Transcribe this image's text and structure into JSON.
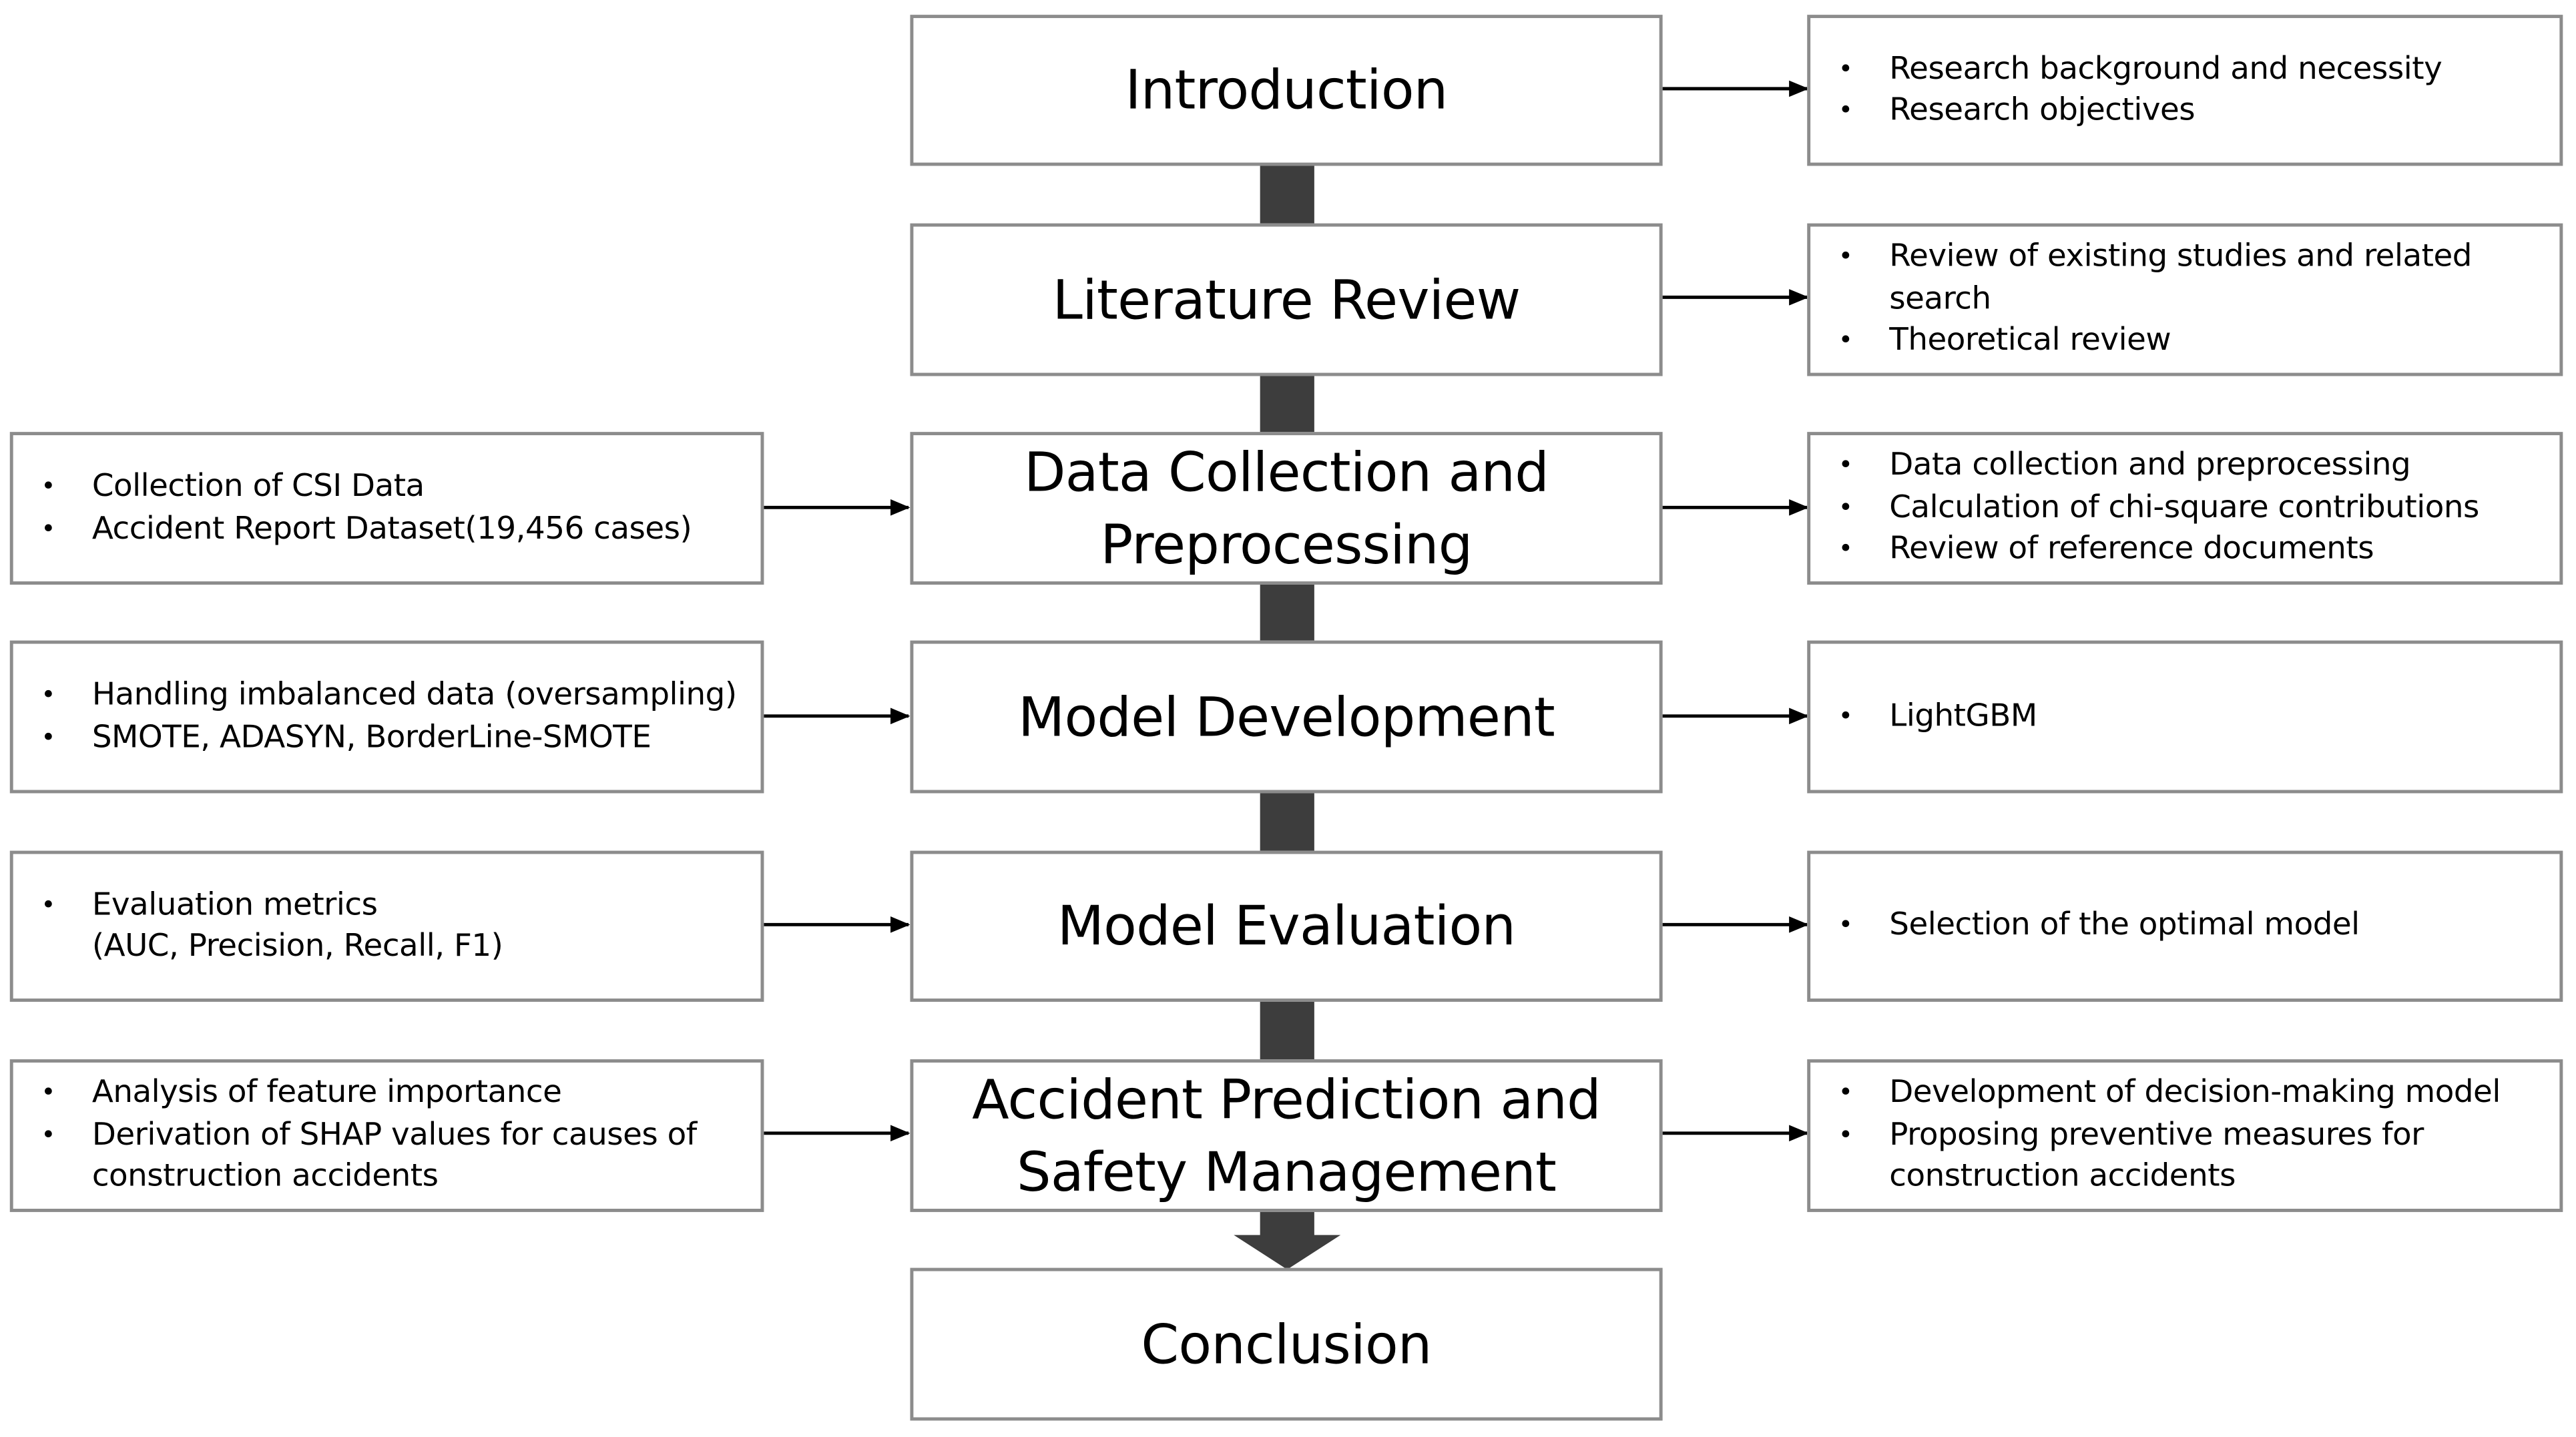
{
  "stages": [
    {
      "id": "introduction",
      "title": "Introduction"
    },
    {
      "id": "literature-review",
      "title": "Literature Review"
    },
    {
      "id": "data-collection",
      "title": "Data Collection and\nPreprocessing"
    },
    {
      "id": "model-development",
      "title": "Model Development"
    },
    {
      "id": "model-evaluation",
      "title": "Model Evaluation"
    },
    {
      "id": "accident-prediction",
      "title": "Accident Prediction and\nSafety Management"
    },
    {
      "id": "conclusion",
      "title": "Conclusion"
    }
  ],
  "right_notes": [
    {
      "stage": "introduction",
      "items": [
        "Research background and necessity",
        "Research objectives"
      ]
    },
    {
      "stage": "literature-review",
      "items": [
        "Review of existing studies and related\nsearch",
        "Theoretical review"
      ]
    },
    {
      "stage": "data-collection",
      "items": [
        "Data collection and preprocessing",
        "Calculation of chi-square contributions",
        "Review of reference documents"
      ]
    },
    {
      "stage": "model-development",
      "items": [
        "LightGBM"
      ]
    },
    {
      "stage": "model-evaluation",
      "items": [
        "Selection of the optimal model"
      ]
    },
    {
      "stage": "accident-prediction",
      "items": [
        "Development of decision-making model",
        "Proposing preventive measures for\nconstruction accidents"
      ]
    }
  ],
  "left_notes": [
    {
      "stage": "data-collection",
      "items": [
        "Collection of CSI Data",
        "Accident Report Dataset(19,456 cases)"
      ]
    },
    {
      "stage": "model-development",
      "items": [
        "Handling imbalanced data (oversampling)",
        "SMOTE, ADASYN, BorderLine-SMOTE"
      ]
    },
    {
      "stage": "model-evaluation",
      "items": [
        "Evaluation metrics\n(AUC, Precision, Recall, F1)"
      ]
    },
    {
      "stage": "accident-prediction",
      "items": [
        "Analysis of feature importance",
        "Derivation of SHAP values for causes of\nconstruction accidents"
      ]
    }
  ],
  "colors": {
    "border": "#8c8c8c",
    "connector": "#3d3d3d",
    "arrow": "#000000"
  }
}
